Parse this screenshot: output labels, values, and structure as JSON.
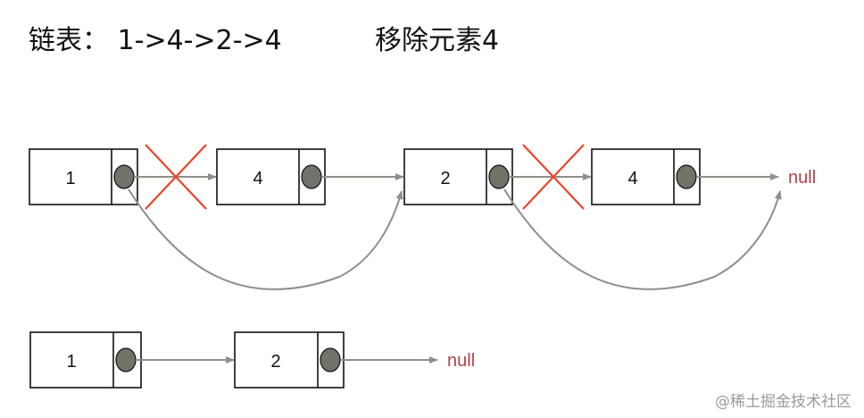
{
  "titles": {
    "list": "链表：  1->4->2->4",
    "task": "移除元素4"
  },
  "colors": {
    "node_border": "#111111",
    "pointer_dot": "#707368",
    "arrow": "#8f8f88",
    "cross": "#e8442a",
    "null_text": "#b3404a"
  },
  "original_list": {
    "nodes": [
      "1",
      "4",
      "2",
      "4"
    ],
    "null_label": "null"
  },
  "result_list": {
    "nodes": [
      "1",
      "2"
    ],
    "null_label": "null"
  },
  "watermark": "@稀土掘金技术社区"
}
